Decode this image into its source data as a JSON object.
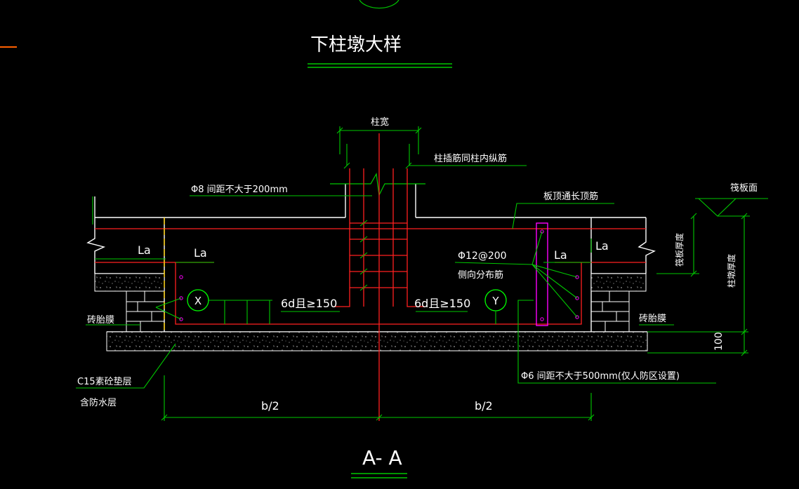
{
  "drawing": {
    "title": "下柱墩大样",
    "section_label": "A- A",
    "labels": {
      "column_width": "柱宽",
      "column_dowel": "柱插筋同柱内纵筋",
      "stirrup": "Φ8 间距不大于200mm",
      "slab_top_rebar": "板顶通长顶筋",
      "raft_surface": "筏板面",
      "raft_thickness": "筏板厚度",
      "pier_thickness": "柱墩厚度",
      "la_left_outer": "La",
      "la_left_inner": "La",
      "la_right_inner": "La",
      "la_right_outer": "La",
      "side_rebar_spec": "Φ12@200",
      "side_rebar_name": "侧向分布筋",
      "anchor_left": "6d且≥150",
      "anchor_right": "6d且≥150",
      "marker_x": "X",
      "marker_y": "Y",
      "brick_form_left": "砖胎膜",
      "brick_form_right": "砖胎膜",
      "cushion": "C15素砼垫层",
      "waterproof": "含防水层",
      "tie_bar": "Φ6 间距不大于500mm(仅人防区设置)",
      "dim_half_left": "b/2",
      "dim_half_right": "b/2",
      "dim_100": "100"
    }
  },
  "colors": {
    "background": "#000000",
    "outline": "#ffffff",
    "dimension": "#00c800",
    "rebar": "#ff2020",
    "leader": "#00ff00",
    "marker": "#00ff00",
    "hatch": "#808080",
    "accent_magenta": "#ff00ff",
    "accent_orange": "#ff6000",
    "cad_yellow": "#ffd000"
  }
}
